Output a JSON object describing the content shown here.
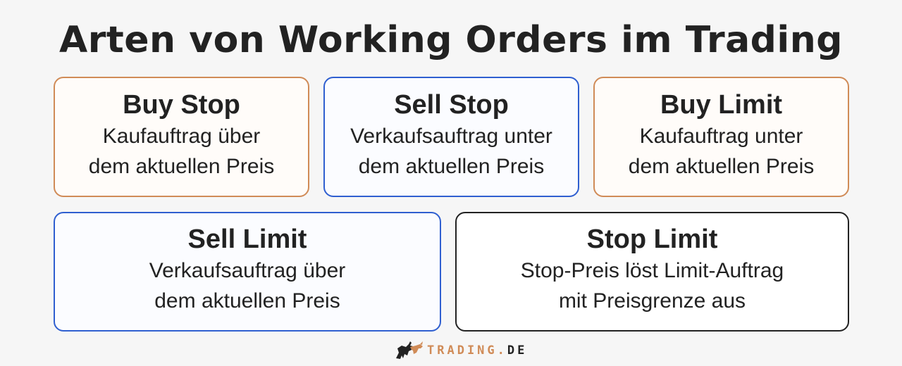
{
  "title": "Arten von Working Orders im Trading",
  "colors": {
    "background": "#f6f6f6",
    "orange_border": "#d08b57",
    "blue_border": "#2f5fd0",
    "black_border": "#222222",
    "text": "#222222"
  },
  "boxes": [
    {
      "title": "Buy Stop",
      "description": "Kaufauftrag über\ndem aktuellen Preis",
      "style": "orange"
    },
    {
      "title": "Sell Stop",
      "description": "Verkaufsauftrag unter\ndem aktuellen Preis",
      "style": "blue"
    },
    {
      "title": "Buy Limit",
      "description": "Kaufauftrag unter\ndem aktuellen Preis",
      "style": "orange"
    },
    {
      "title": "Sell Limit",
      "description": "Verkaufsauftrag über\ndem aktuellen Preis",
      "style": "blue"
    },
    {
      "title": "Stop Limit",
      "description": "Stop-Preis löst Limit-Auftrag\nmit Preisgrenze aus",
      "style": "black"
    }
  ],
  "logo": {
    "icon": "bull-icon",
    "main": "TRADING",
    "dot": ".",
    "tld": "DE"
  }
}
